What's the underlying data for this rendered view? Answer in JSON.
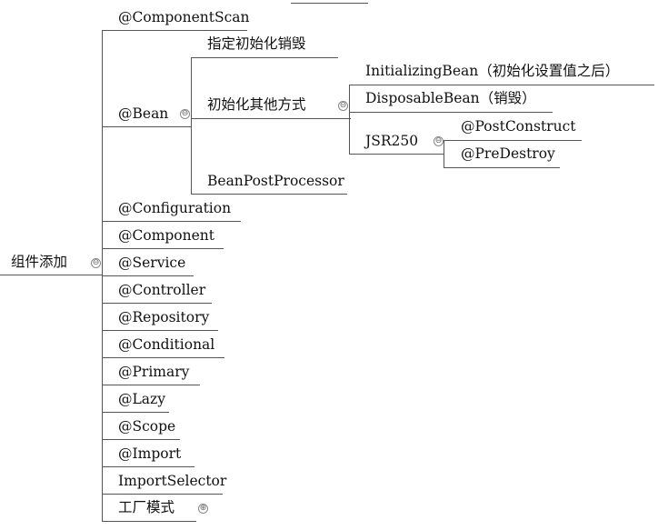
{
  "mindmap": {
    "root": {
      "label": "组件添加",
      "toggle": "⊖"
    },
    "branches": [
      {
        "label": "@ComponentScan"
      },
      {
        "label": "@Bean",
        "toggle": "⊖",
        "children": [
          {
            "label": "指定初始化销毁"
          },
          {
            "label": "初始化其他方式",
            "toggle": "⊖",
            "children": [
              {
                "label": "InitializingBean（初始化设置值之后）"
              },
              {
                "label": "DisposableBean（销毁）"
              },
              {
                "label": "JSR250",
                "toggle": "⊖",
                "children": [
                  {
                    "label": "@PostConstruct"
                  },
                  {
                    "label": "@PreDestroy"
                  }
                ]
              }
            ]
          },
          {
            "label": "BeanPostProcessor"
          }
        ]
      },
      {
        "label": "@Configuration"
      },
      {
        "label": "@Component"
      },
      {
        "label": "@Service"
      },
      {
        "label": "@Controller"
      },
      {
        "label": "@Repository"
      },
      {
        "label": "@Conditional"
      },
      {
        "label": "@Primary"
      },
      {
        "label": "@Lazy"
      },
      {
        "label": "@Scope"
      },
      {
        "label": "@Import"
      },
      {
        "label": "ImportSelector"
      },
      {
        "label": "工厂模式",
        "toggle": "⊕"
      }
    ]
  }
}
